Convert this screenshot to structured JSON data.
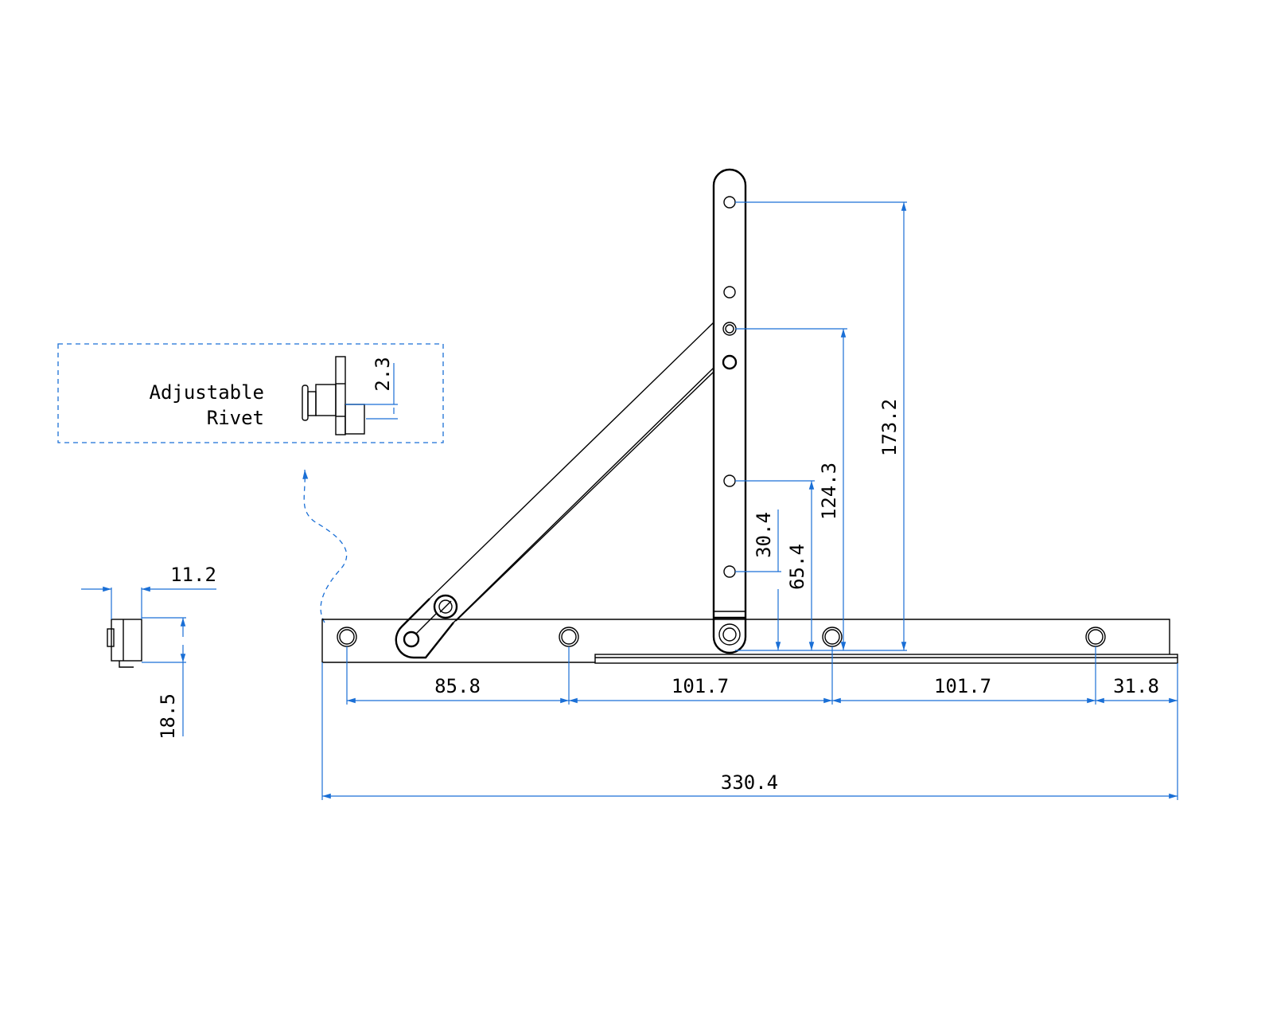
{
  "detail_box": {
    "label_line1": "Adjustable",
    "label_line2": "Rivet",
    "dim": "2.3"
  },
  "side_view": {
    "width_dim": "11.2",
    "height_dim": "18.5"
  },
  "horizontal_dims": [
    "85.8",
    "101.7",
    "101.7",
    "31.8"
  ],
  "overall_length": "330.4",
  "vertical_dims": [
    "173.2",
    "124.3",
    "65.4",
    "30.4"
  ],
  "colors": {
    "dimension": "#1a6fd6",
    "line": "#000000"
  }
}
